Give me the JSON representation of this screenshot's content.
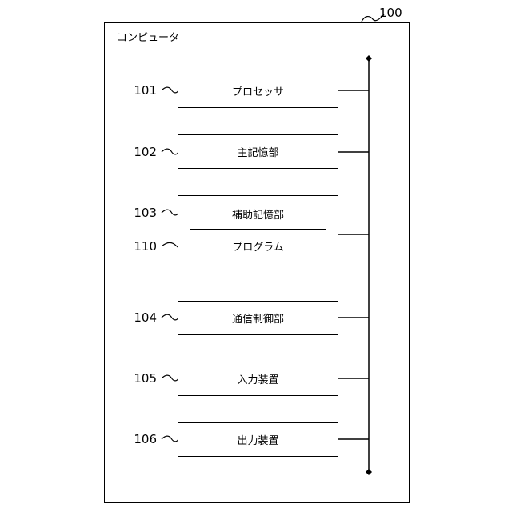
{
  "diagram": {
    "outer_ref": "100",
    "outer_title": "コンピュータ",
    "blocks": [
      {
        "ref": "101",
        "label": "プロセッサ"
      },
      {
        "ref": "102",
        "label": "主記憶部"
      },
      {
        "ref": "103",
        "label": "補助記憶部"
      },
      {
        "ref": "104",
        "label": "通信制御部"
      },
      {
        "ref": "105",
        "label": "入力装置"
      },
      {
        "ref": "106",
        "label": "出力装置"
      }
    ],
    "inner_block": {
      "ref": "110",
      "label": "プログラム"
    }
  }
}
